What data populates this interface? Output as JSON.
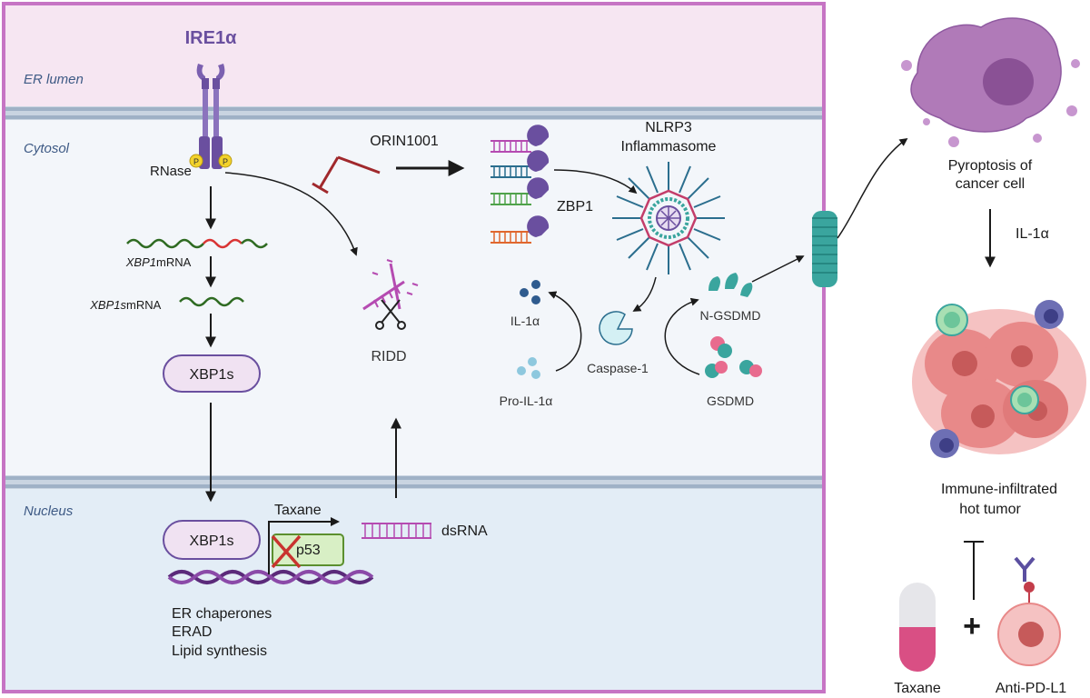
{
  "regions": {
    "er_lumen": "ER lumen",
    "cytosol": "Cytosol",
    "nucleus": "Nucleus"
  },
  "labels": {
    "ire1a": "IRE1α",
    "rnase": "RNase",
    "phospho": "P",
    "xbp1_mrna_gene": "XBP1",
    "xbp1_mrna_suffix": " mRNA",
    "xbp1s_mrna_gene": "XBP1s",
    "xbp1s_mrna_suffix": " mRNA",
    "xbp1s_cytosol": "XBP1s",
    "xbp1s_nucleus": "XBP1s",
    "orin1001": "ORIN1001",
    "ridd": "RIDD",
    "zbp1": "ZBP1",
    "nlrp3_line1": "NLRP3",
    "nlrp3_line2": "Inflammasome",
    "il1a": "IL-1α",
    "pro_il1a": "Pro-IL-1α",
    "caspase1": "Caspase-1",
    "n_gsdmd": "N-GSDMD",
    "gsdmd": "GSDMD",
    "taxane_nucleus": "Taxane",
    "p53": "p53",
    "dsrna": "dsRNA",
    "nucleus_genes": [
      "ER chaperones",
      "ERAD",
      "Lipid synthesis"
    ],
    "pyroptosis_line1": "Pyroptosis of",
    "pyroptosis_line2": "cancer cell",
    "il1a_right": "IL-1α",
    "hot_tumor_line1": "Immune-infiltrated",
    "hot_tumor_line2": "hot tumor",
    "plus": "+",
    "taxane_drug": "Taxane",
    "anti_pd_l1": "Anti-PD-L1"
  },
  "colors": {
    "cell_border": "#c674c4",
    "er_lumen_fill": "#f6e6f2",
    "cytosol_fill": "#f3f6fa",
    "nucleus_fill": "#e3edf6",
    "membrane": "#a9b9cc",
    "ire1a_purple": "#6a4f9f",
    "region_label": "#3e5a85",
    "inhibitor_red": "#a0282c",
    "pill_pink": "#d94f84",
    "tumor_pink": "#e88989"
  }
}
